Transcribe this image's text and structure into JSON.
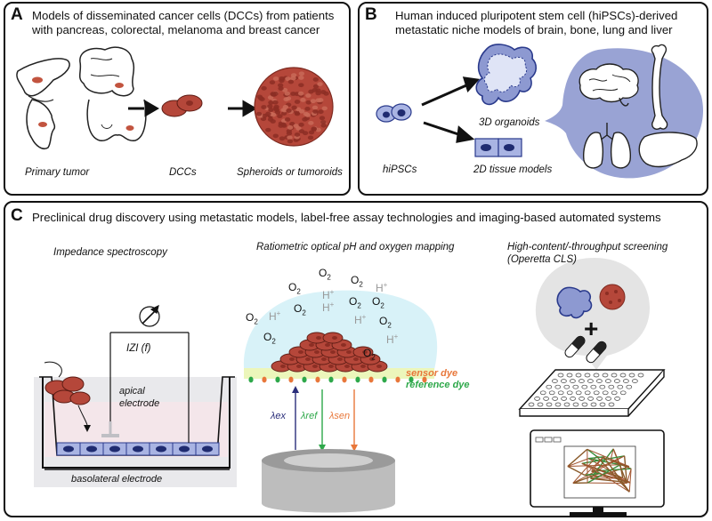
{
  "panel_a": {
    "letter": "A",
    "title": "Models of disseminated cancer cells (DCCs) from patients with pancreas, colorectal, melanoma and breast cancer",
    "label_primary_tumor": "Primary tumor",
    "label_dccs": "DCCs",
    "label_spheroids": "Spheroids or tumoroids"
  },
  "panel_b": {
    "letter": "B",
    "title": "Human induced pluripotent stem cell (hiPSCs)-derived metastatic niche models of brain, bone, lung and liver",
    "label_3d": "3D organoids",
    "label_2d": "2D tissue models",
    "label_hipscs": "hiPSCs"
  },
  "panel_c": {
    "letter": "C",
    "title": "Preclinical drug discovery using metastatic models, label-free assay technologies and imaging-based automated systems",
    "impedance": {
      "heading": "Impedance spectroscopy",
      "izi": "IZI (f)",
      "apical": "apical",
      "electrode": "electrode",
      "basolateral": "basolateral electrode"
    },
    "optical": {
      "heading": "Ratiometric optical pH and oxygen mapping",
      "sensor_dye": "sensor dye",
      "reference_dye": "reference dye",
      "lambda_ex": "λex",
      "lambda_ref": "λref",
      "lambda_sen": "λsen",
      "o2": "O",
      "o2_sub": "2",
      "h": "H",
      "h_sup": "+"
    },
    "screening": {
      "heading_line1": "High-content/-throughput screening",
      "heading_line2": "(Operetta CLS)",
      "plus": "+"
    }
  },
  "colors": {
    "tumor_red": "#b5473a",
    "tumor_dark": "#7e2a20",
    "ipsc_blue": "#7f8dc7",
    "ipsc_light": "#c7cfee",
    "cell_dark_blue": "#2a3a8c",
    "niche_circle": "#99a3d4",
    "medium_cyan": "#d8f2f8",
    "sensor_orange": "#e8773a",
    "reference_green": "#2ea84a",
    "ex_navy": "#2a2e7a"
  }
}
